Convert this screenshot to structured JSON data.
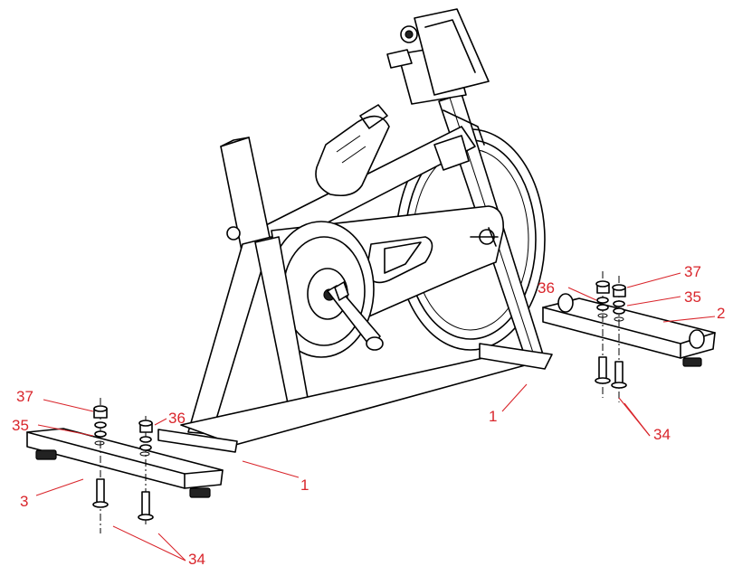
{
  "callouts": [
    {
      "id": "c37a",
      "text": "37"
    },
    {
      "id": "c35a",
      "text": "35"
    },
    {
      "id": "c36a",
      "text": "36"
    },
    {
      "id": "c3",
      "text": "3"
    },
    {
      "id": "c34a",
      "text": "34"
    },
    {
      "id": "c1a",
      "text": "1"
    },
    {
      "id": "c1b",
      "text": "1"
    },
    {
      "id": "c36b",
      "text": "36"
    },
    {
      "id": "c37b",
      "text": "37"
    },
    {
      "id": "c35b",
      "text": "35"
    },
    {
      "id": "c2",
      "text": "2"
    },
    {
      "id": "c34b",
      "text": "34"
    }
  ],
  "colors": {
    "callout": "#d9252b",
    "line": "#000000",
    "background": "#ffffff"
  }
}
